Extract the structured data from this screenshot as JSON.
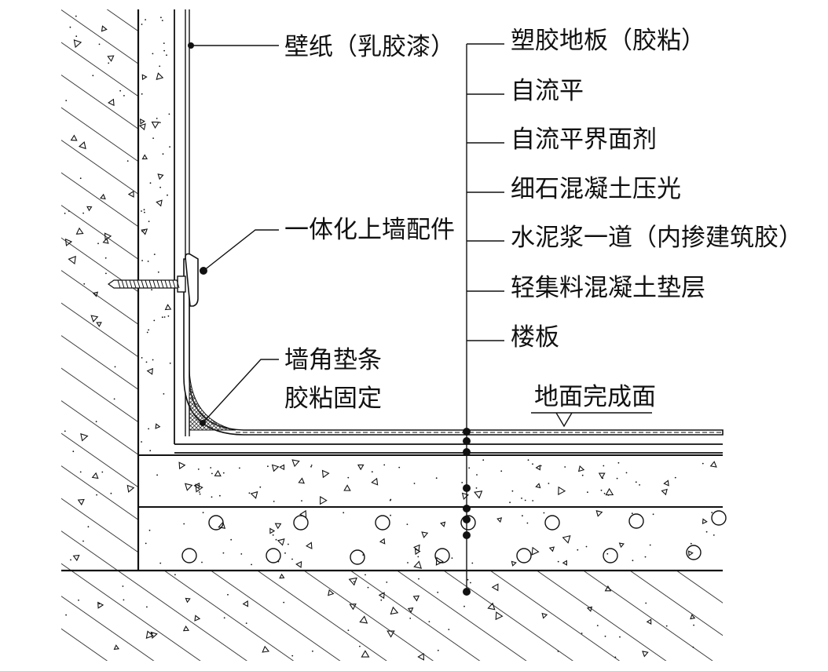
{
  "wall_labels": [
    {
      "id": "wallpaper",
      "text": "壁纸（乳胶漆）"
    },
    {
      "id": "wall-fitting",
      "text": "一体化上墙配件"
    },
    {
      "id": "corner-strip-1",
      "text": "墙角垫条"
    },
    {
      "id": "corner-strip-2",
      "text": "胶粘固定"
    }
  ],
  "layer_labels": [
    {
      "id": "plastic-floor",
      "text": "塑胶地板（胶粘）"
    },
    {
      "id": "self-leveling",
      "text": "自流平"
    },
    {
      "id": "interface-agent",
      "text": "自流平界面剂"
    },
    {
      "id": "fine-concrete",
      "text": "细石混凝土压光"
    },
    {
      "id": "cement-slurry",
      "text": "水泥浆一道（内掺建筑胶）"
    },
    {
      "id": "lightweight-concrete",
      "text": "轻集料混凝土垫层"
    },
    {
      "id": "floor-slab",
      "text": "楼板"
    }
  ],
  "finish_label": {
    "text": "地面完成面"
  },
  "colors": {
    "line": "#111111",
    "background": "#ffffff"
  }
}
